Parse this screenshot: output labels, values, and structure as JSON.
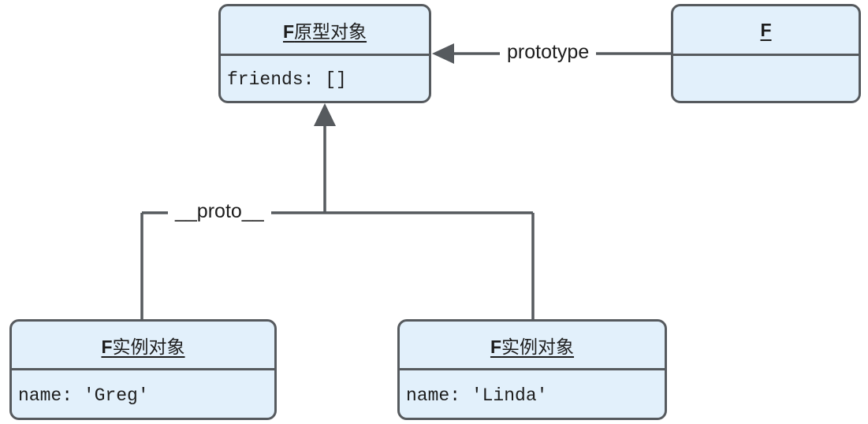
{
  "diagram": {
    "type": "uml-object-diagram",
    "colors": {
      "box_fill": "#e2f0fb",
      "box_border": "#565a5e",
      "edge": "#565a5e",
      "text": "#1d1d1d",
      "background": "#ffffff"
    },
    "nodes": [
      {
        "id": "prototype-object",
        "title_bold": "F",
        "title_rest": "原型对象",
        "title_full": "F原型对象",
        "body": "friends: []"
      },
      {
        "id": "constructor-f",
        "title_bold": "F",
        "title_rest": "",
        "title_full": "F",
        "body": ""
      },
      {
        "id": "instance-greg",
        "title_bold": "F",
        "title_rest": "实例对象",
        "title_full": "F实例对象",
        "body": "name: 'Greg'"
      },
      {
        "id": "instance-linda",
        "title_bold": "F",
        "title_rest": "实例对象",
        "title_full": "F实例对象",
        "body": "name: 'Linda'"
      }
    ],
    "edges": [
      {
        "id": "edge-prototype",
        "label": "prototype",
        "from": "constructor-f",
        "to": "prototype-object",
        "arrow": "filled-triangle"
      },
      {
        "id": "edge-proto",
        "label": "__proto__",
        "from": "instance-greg, instance-linda",
        "to": "prototype-object",
        "arrow": "filled-triangle"
      }
    ]
  }
}
